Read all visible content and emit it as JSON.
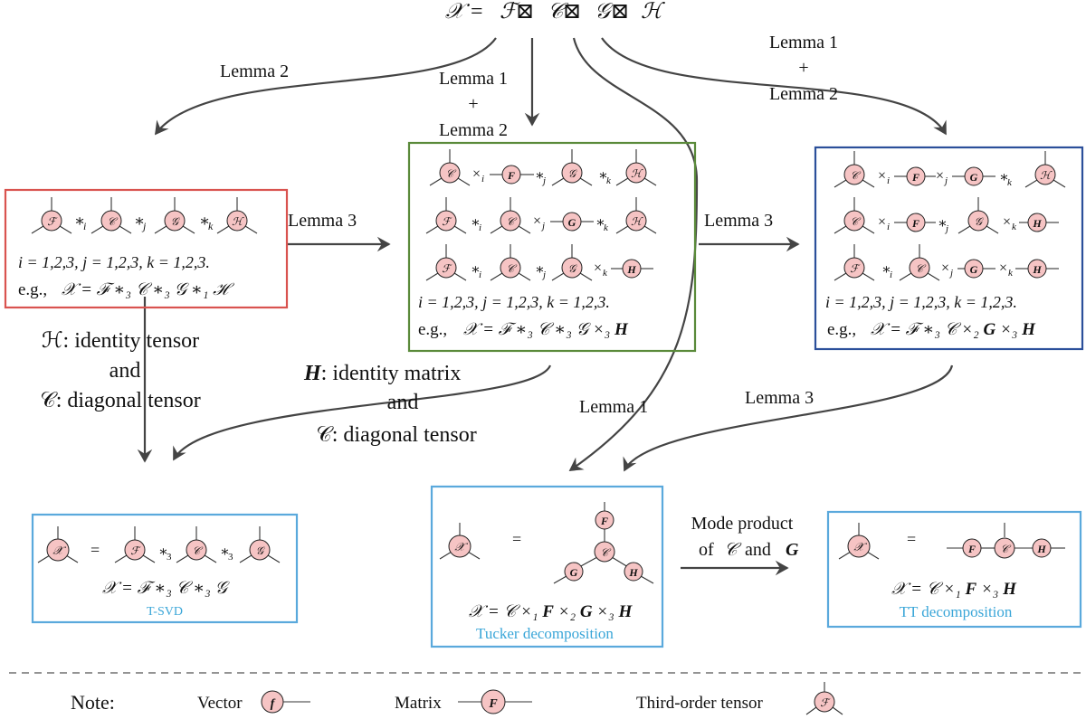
{
  "top_formula": {
    "X": "𝒳",
    "eq": " = ",
    "F": "ℱ",
    "box": " ⊠ ",
    "C": "𝒞",
    "G": "𝒢",
    "H": "ℋ"
  },
  "arrows": {
    "lemma2_left": "Lemma 2",
    "lemma12_mid": [
      "Lemma 1",
      "+",
      "Lemma 2"
    ],
    "lemma12_right": [
      "Lemma 1",
      "+",
      "Lemma 2"
    ],
    "lemma3_a": "Lemma 3",
    "lemma3_b": "Lemma 3",
    "lemma1_down": "Lemma 1",
    "lemma3_down": "Lemma 3",
    "mode_product": [
      "Mode product",
      "of",
      "𝒞",
      "and",
      "G"
    ]
  },
  "nodes": {
    "F": "ℱ",
    "C": "𝒞",
    "G": "𝒢",
    "H": "ℋ",
    "X": "𝒳",
    "Fm": "F",
    "Gm": "G",
    "Hm": "H",
    "fv": "f"
  },
  "ops": {
    "si": "∗",
    "sub_i": "i",
    "sub_j": "j",
    "sub_k": "k",
    "xi": "×"
  },
  "box_red": {
    "indices": "i = 1,2,3,    j = 1,2,3,    k = 1,2,3.",
    "eg_prefix": "e.g.,",
    "eg_formula": "𝒳 = ℱ ∗₃ 𝒞 ∗₃ 𝒢 ∗₁ ℋ"
  },
  "box_green": {
    "indices": "i = 1,2,3,    j = 1,2,3,    k = 1,2,3.",
    "eg_prefix": "e.g.,",
    "eg_formula": "𝒳 = ℱ ∗₃ 𝒞 ∗₃ 𝒢 ×₃ ",
    "eg_bold": "H"
  },
  "box_blue": {
    "indices": "i = 1,2,3,    j = 1,2,3,    k = 1,2,3.",
    "eg_prefix": "e.g.,",
    "eg_formula": "𝒳 = ℱ ∗₃ 𝒞 ×₂ ",
    "eg_bold1": "G",
    "eg_mid": " ×₃ ",
    "eg_bold2": "H"
  },
  "cond_left": [
    "ℋ: identity tensor",
    "and",
    "𝒞: diagonal tensor"
  ],
  "cond_mid": {
    "bold": "H",
    "line1": ":  identity matrix",
    "line2": "and",
    "line3": "𝒞: diagonal tensor"
  },
  "tsvd": {
    "eq": "=",
    "formula": "𝒳 = ℱ ∗₃ 𝒞 ∗₃ 𝒢",
    "caption": "T-SVD"
  },
  "tucker": {
    "eq": "=",
    "formula_a": "𝒳 = 𝒞 ×₁ ",
    "b1": "F",
    "formula_b": " ×₂ ",
    "b2": "G",
    "formula_c": " ×₃ ",
    "b3": "H",
    "caption": "Tucker decomposition"
  },
  "tt": {
    "eq": "=",
    "formula_a": "𝒳 = 𝒞 ×₁ ",
    "b1": "F",
    "formula_b": " ×₃ ",
    "b2": "H",
    "caption": "TT decomposition"
  },
  "note": {
    "label": "Note:",
    "vector": "Vector",
    "matrix": "Matrix",
    "tensor": "Third-order tensor"
  },
  "colors": {
    "red_box": "#d9534f",
    "green_box": "#5a8a3a",
    "blue_box": "#2b4f9a",
    "light_box": "#5aa9dc",
    "node_fill": "#f6c4c4",
    "caption": "#3aa6d8"
  }
}
